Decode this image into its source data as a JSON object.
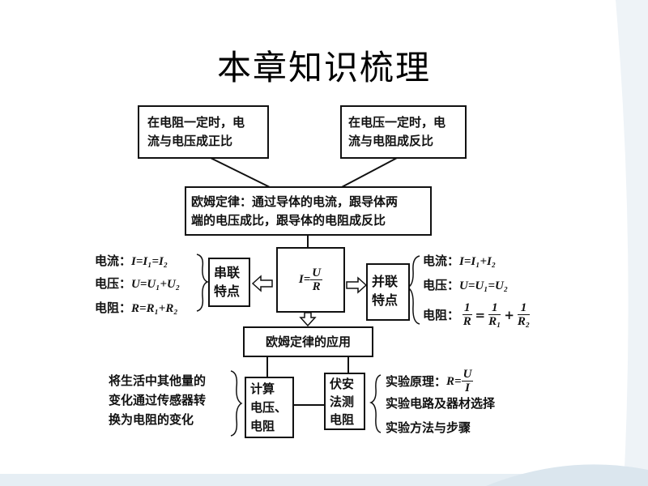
{
  "title": "本章知识梳理",
  "boxes": {
    "resistance_constant": [
      "在电阻一定时，电",
      "流与电压成正比"
    ],
    "voltage_constant": [
      "在电压一定时，电",
      "流与电阻成反比"
    ],
    "ohms_law": [
      "欧姆定律：通过导体的电流，跟导体两",
      "端的电压成比，跟导体的电阻成反比"
    ],
    "formula": {
      "lhs": "I=",
      "num": "U",
      "den": "R"
    },
    "series": [
      "串联",
      "特点"
    ],
    "parallel": [
      "并联",
      "特点"
    ],
    "application": "欧姆定律的应用",
    "calculate": [
      "计算",
      "电压、",
      "电阻"
    ],
    "voltammetry": [
      "伏安",
      "法测",
      "电阻"
    ]
  },
  "series_rules": [
    {
      "label": "电流：",
      "formula": "I=I₁=I₂"
    },
    {
      "label": "电压：",
      "formula": "U=U₁+U₂"
    },
    {
      "label": "电阻：",
      "formula": "R=R₁+R₂"
    }
  ],
  "parallel_rules": [
    {
      "label": "电流：",
      "formula": "I=I₁+I₂"
    },
    {
      "label": "电压：",
      "formula": "U=U₁=U₂"
    },
    {
      "label": "电阻：",
      "one": "1",
      "r": "R",
      "r1": "R₁",
      "r2": "R₂",
      "eq": "=",
      "plus": "+"
    }
  ],
  "sensor_note": [
    "将生活中其他量的",
    "变化通过传感器转",
    "换为电阻的变化"
  ],
  "experiment": {
    "principle_label": "实验原理：",
    "principle_lhs": "R=",
    "principle_num": "U",
    "principle_den": "I",
    "items": [
      "实验电路及器材选择",
      "实验方法与步骤"
    ]
  }
}
